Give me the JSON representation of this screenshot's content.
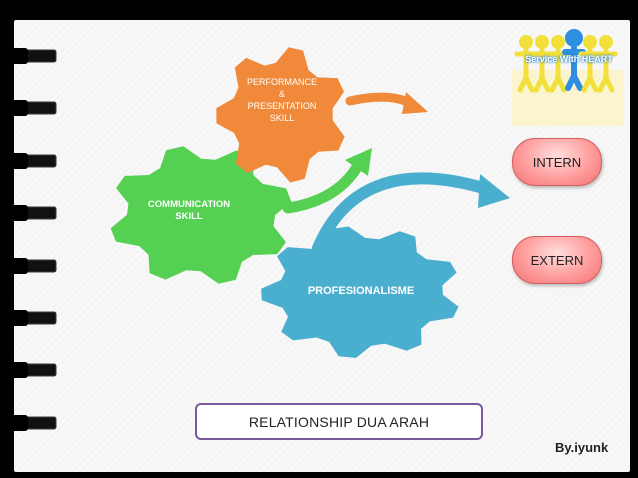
{
  "gears": {
    "performance": "PERFORMANCE\n&\nPRESENTATION\nSKILL",
    "communication": "COMMUNICATION\nSKILL",
    "profesionalisme": "PROFESIONALISME"
  },
  "targets": {
    "intern": "INTERN",
    "extern": "EXTERN"
  },
  "footer": {
    "caption": "RELATIONSHIP DUA ARAH",
    "author": "By.iyunk"
  },
  "logo": {
    "text": "Service With HEART",
    "icon": "smiley-people-logo"
  },
  "colors": {
    "orange": "#f08a3a",
    "green": "#55d053",
    "teal": "#4aaecf",
    "pill": "#ff8f8f",
    "frame_border": "#7a5a9a"
  }
}
